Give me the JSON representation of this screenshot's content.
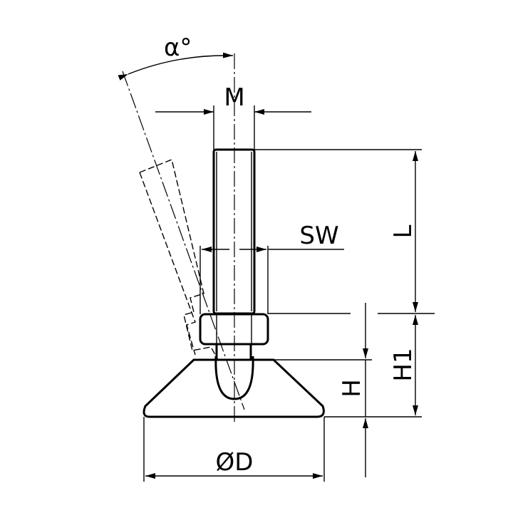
{
  "drawing": {
    "title": "Levelling foot with swivel ball and threaded stud",
    "labels": {
      "angle": "α°",
      "thread": "M",
      "wrench_size": "SW",
      "length": "L",
      "height_total": "H1",
      "height_base": "H",
      "diameter": "ØD"
    }
  }
}
